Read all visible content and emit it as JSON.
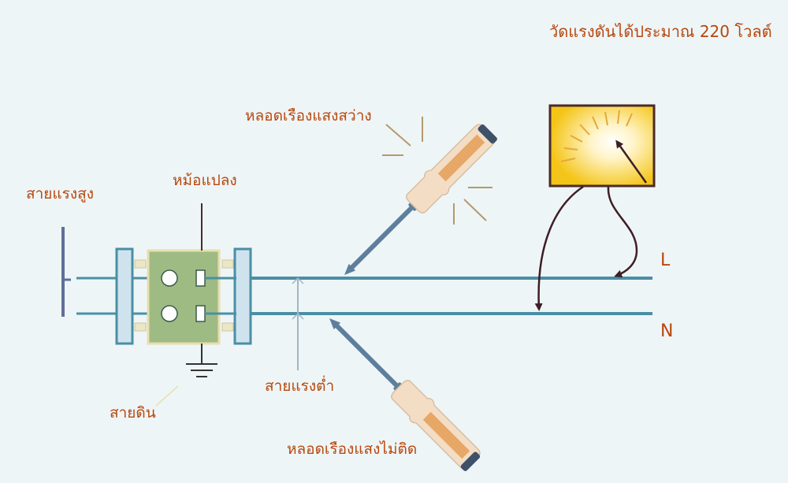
{
  "labels": {
    "measure": "วัดแรงดันได้ประมาณ 220 โวลต์",
    "bulb_on": "หลอดเรืองแสงสว่าง",
    "transformer": "หม้อแปลง",
    "high_voltage": "สายแรงสูง",
    "ground": "สายดิน",
    "low_voltage": "สายแรงต่ำ",
    "bulb_off": "หลอดเรืองแสงไม่ติด",
    "line_l": "L",
    "line_n": "N"
  },
  "colors": {
    "label": "#b8470e",
    "wire": "#4a8fa5",
    "insulator_fill": "#cfe3ee",
    "insulator_stroke": "#4a8fa5",
    "transformer_fill": "#9fbb84",
    "transformer_border": "#e6dfae",
    "meter_border": "#4a2a2a",
    "meter_face": "#f4c518",
    "arrow": "#3d1f24",
    "handle": "#f3ddc5",
    "handle_inner": "#e7a766",
    "shaft": "#5d7f9d"
  },
  "icons": [
    "screwdriver-icon",
    "voltmeter-icon",
    "ground-symbol-icon"
  ]
}
